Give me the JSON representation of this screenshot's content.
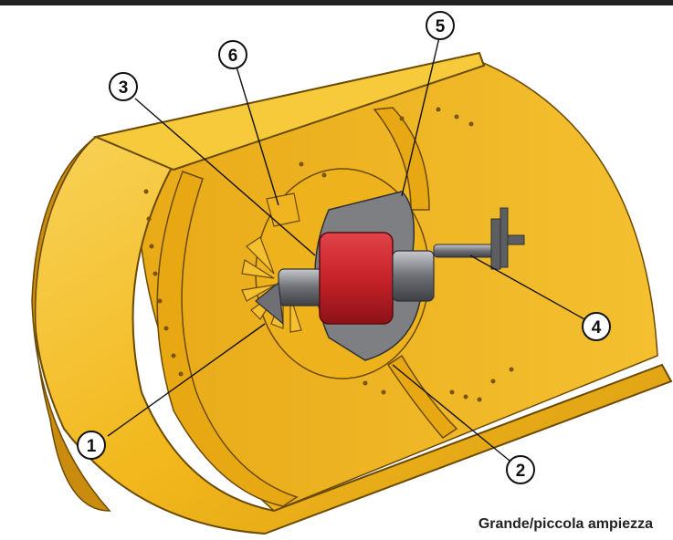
{
  "diagram": {
    "colors": {
      "shell": "#F2B81C",
      "shell_dark": "#C98C0E",
      "shell_light": "#F8D258",
      "outline": "#6B4A05",
      "hub_red": "#C8222A",
      "steel_gray": "#7D7F83",
      "steel_dark": "#4A4C50",
      "steel_light": "#C6C8CC"
    },
    "callouts": [
      {
        "number": "1"
      },
      {
        "number": "2"
      },
      {
        "number": "3"
      },
      {
        "number": "4"
      },
      {
        "number": "5"
      },
      {
        "number": "6"
      }
    ],
    "caption": "Grande/piccola ampiezza"
  }
}
